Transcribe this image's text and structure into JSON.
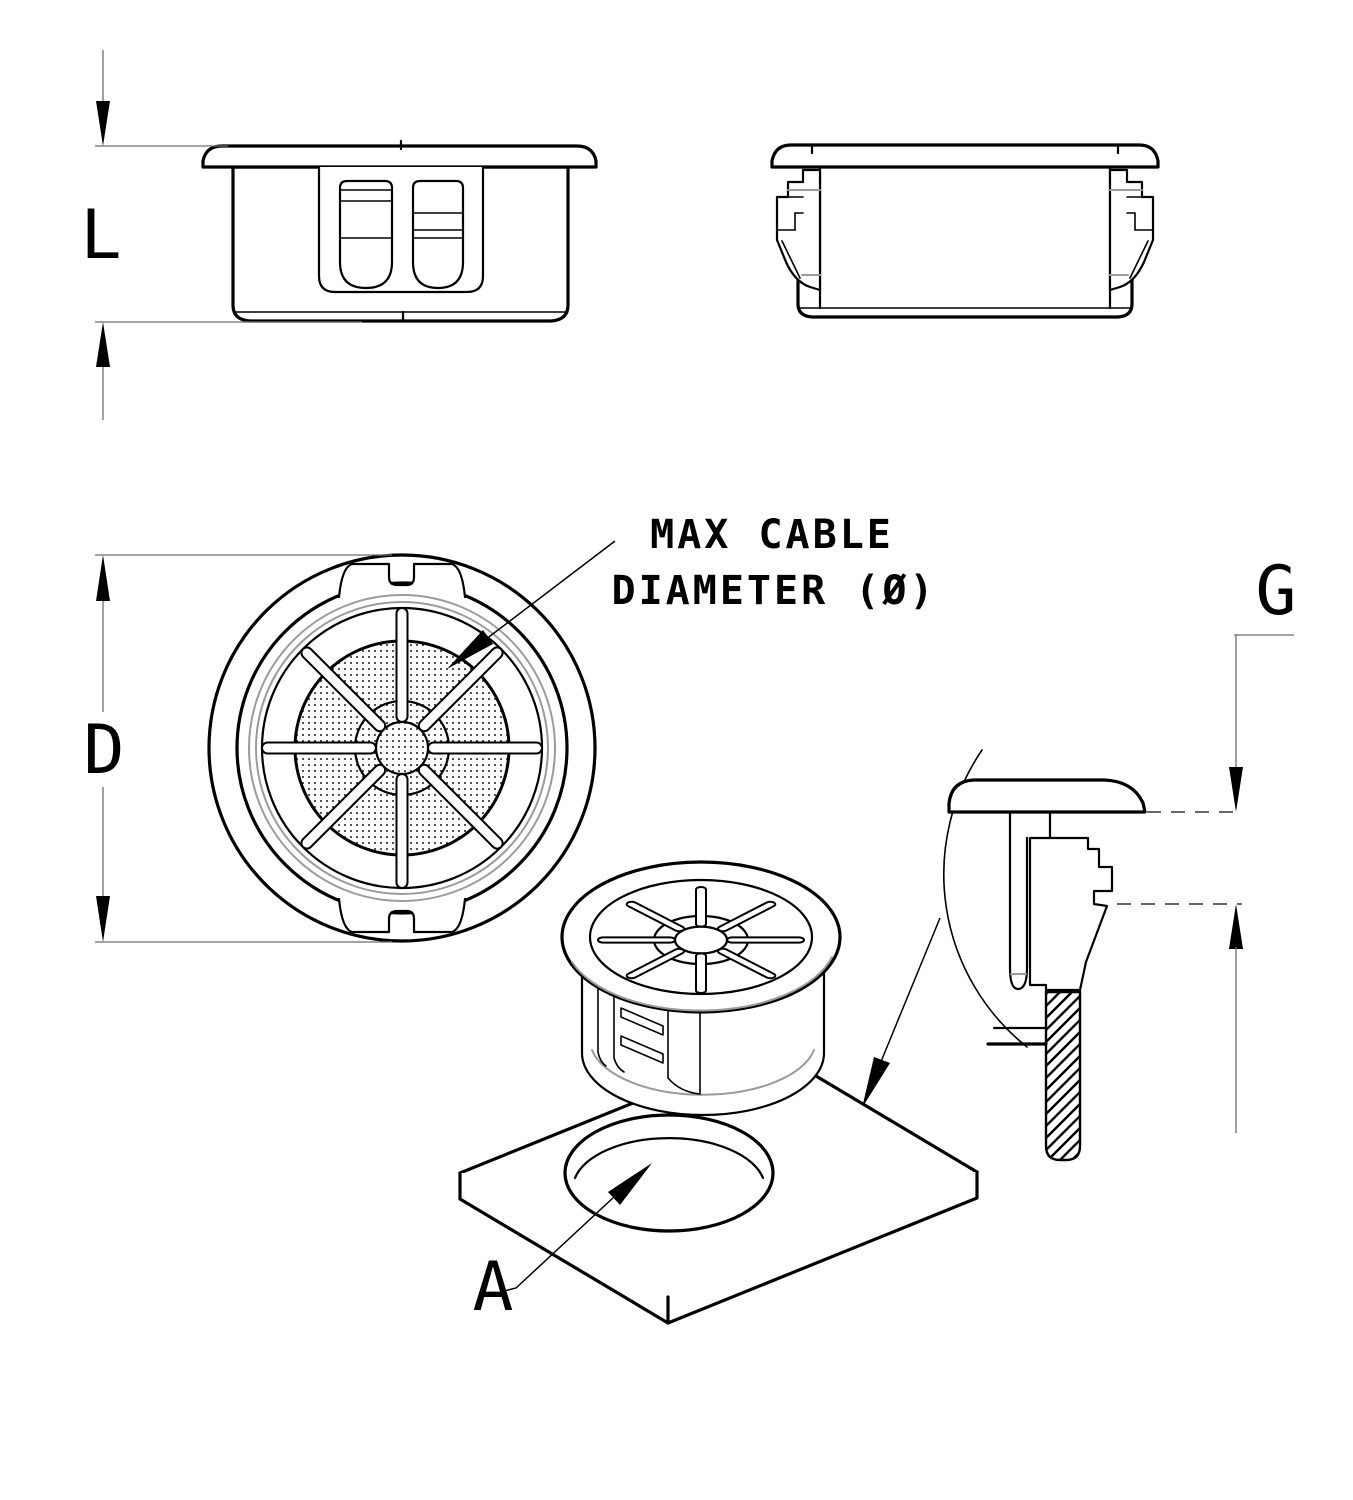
{
  "page": {
    "background": "#ffffff"
  },
  "drawing": {
    "callout": {
      "line1": "MAX CABLE",
      "line2": "DIAMETER (Ø)"
    },
    "dimensions": {
      "overall_height": "L",
      "flange_diameter": "D",
      "panel_grip": "G",
      "hole_diameter": "A"
    },
    "colors": {
      "line": "#000000",
      "accent": "#9b9b9b",
      "dimension_line": "#6e6e6e",
      "background": "#ffffff"
    }
  }
}
